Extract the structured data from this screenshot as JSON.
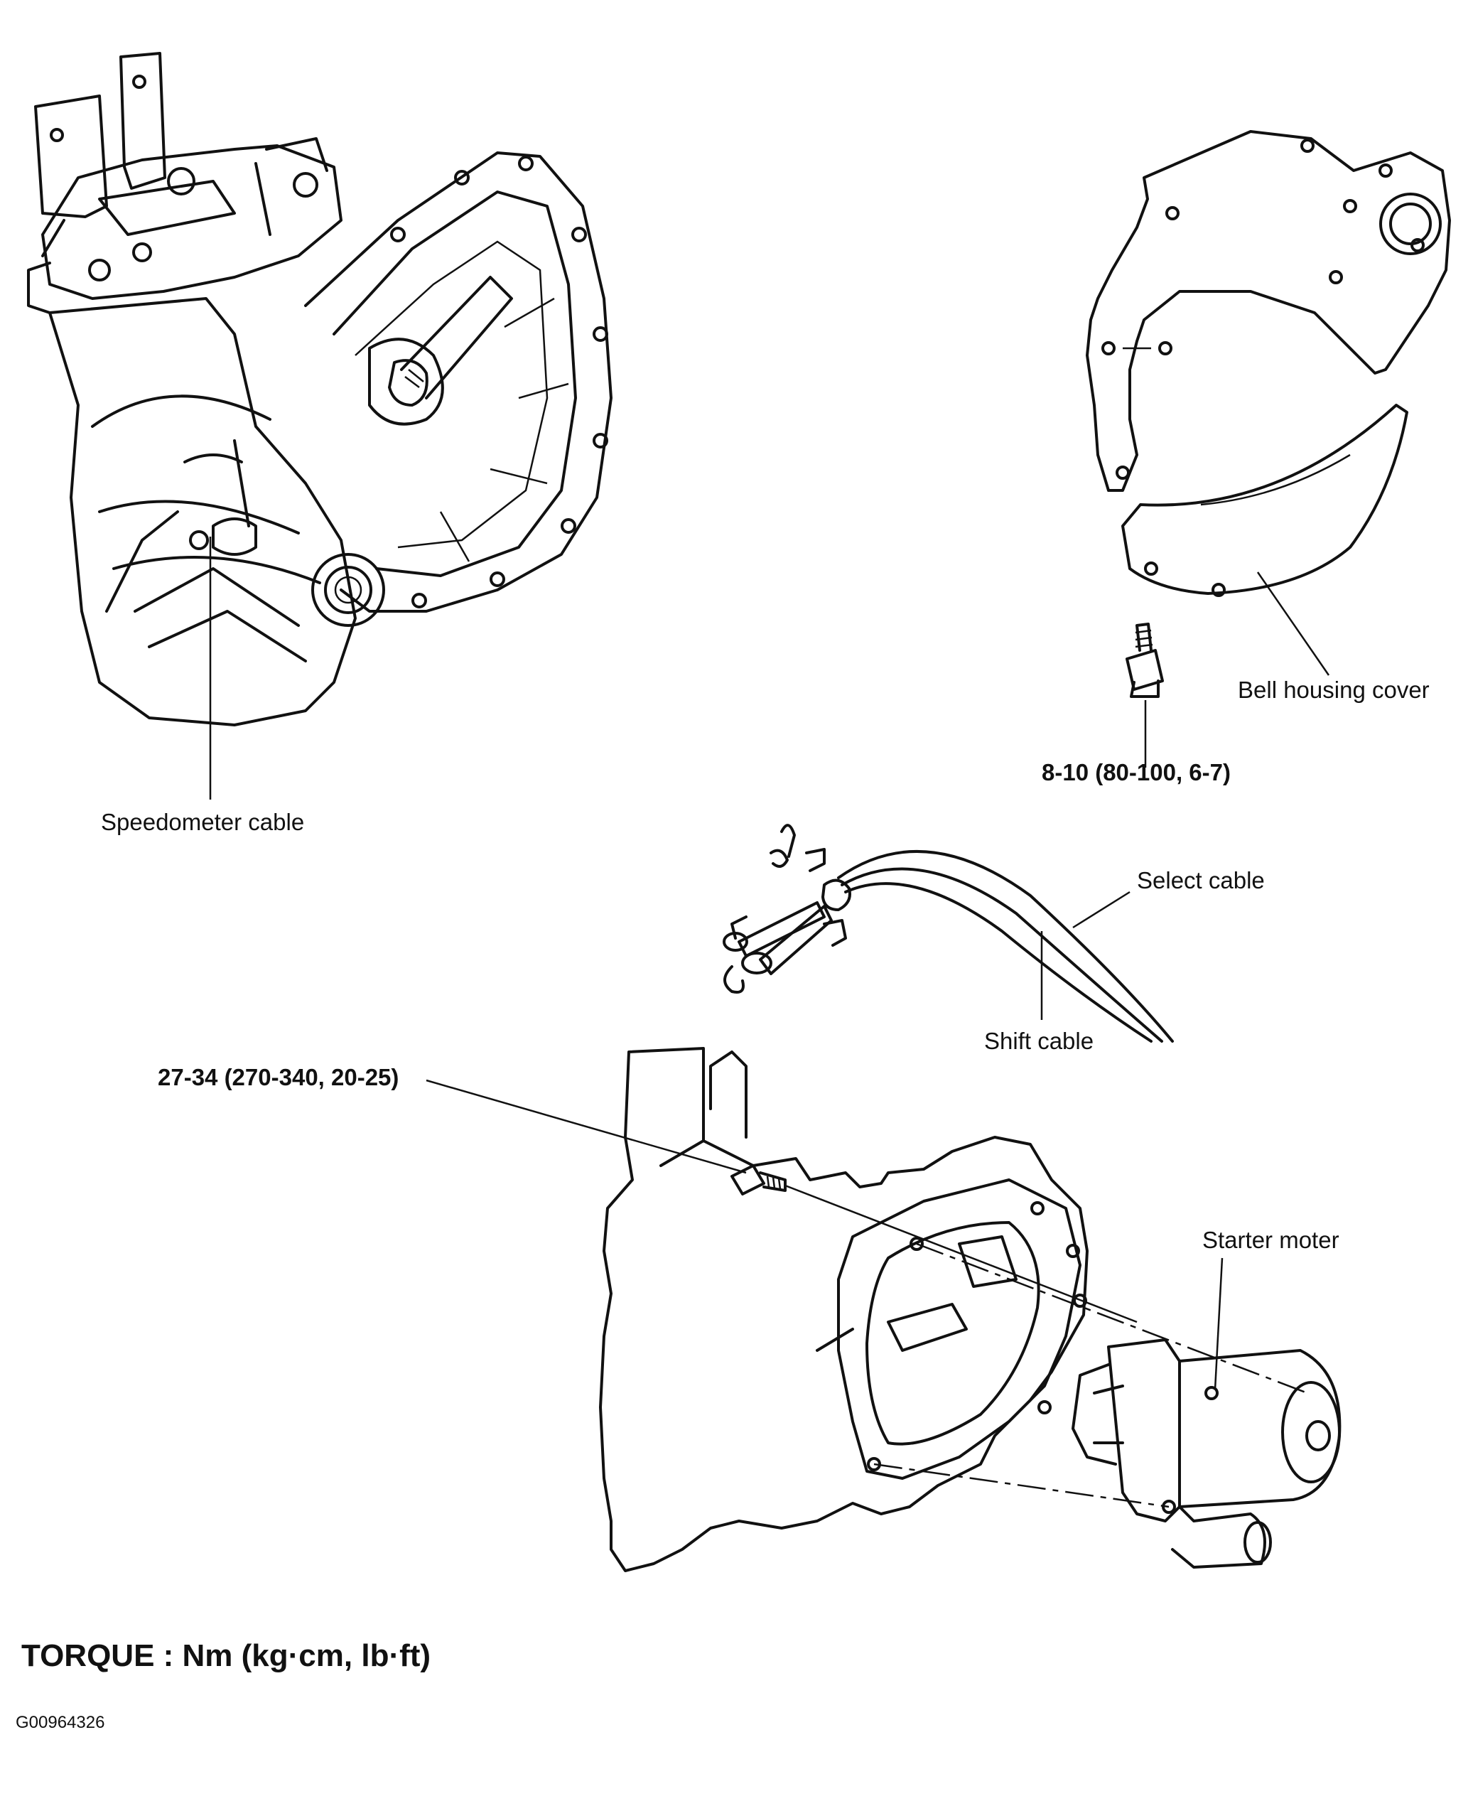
{
  "labels": {
    "speedometer_cable": "Speedometer cable",
    "bell_housing_cover": "Bell housing cover",
    "bolt_torque_small": "8-10 (80-100, 6-7)",
    "select_cable": "Select cable",
    "shift_cable": "Shift cable",
    "bolt_torque_large": "27-34 (270-340, 20-25)",
    "starter_moter": "Starter moter"
  },
  "footer": {
    "torque_units": "TORQUE : Nm (kg·cm, lb·ft)",
    "figure_code": "G00964326"
  }
}
